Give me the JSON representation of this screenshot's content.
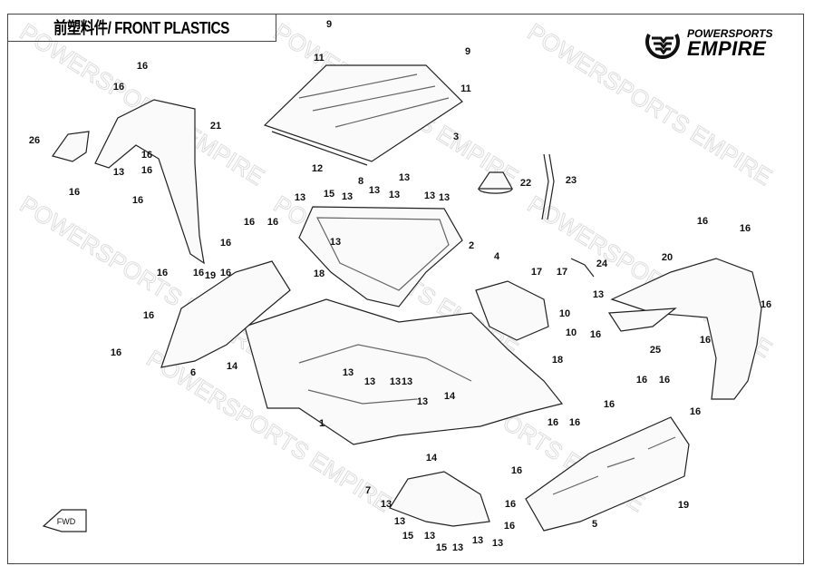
{
  "title": "前塑料件/ FRONT PLASTICS",
  "logo": {
    "line1": "POWERSPORTS",
    "line2": "EMPIRE"
  },
  "watermark": "POWERSPORTS EMPIRE",
  "fwd_label": "FWD",
  "callouts": [
    "9",
    "11",
    "9",
    "11",
    "3",
    "16",
    "16",
    "21",
    "26",
    "13",
    "16",
    "16",
    "16",
    "16",
    "12",
    "8",
    "15",
    "13",
    "13",
    "13",
    "13",
    "13",
    "13",
    "13",
    "22",
    "23",
    "2",
    "13",
    "16",
    "16",
    "16",
    "16",
    "16",
    "19",
    "16",
    "18",
    "4",
    "17",
    "17",
    "24",
    "20",
    "16",
    "16",
    "13",
    "16",
    "10",
    "10",
    "16",
    "16",
    "16",
    "25",
    "16",
    "6",
    "14",
    "18",
    "13",
    "13",
    "13",
    "13",
    "14",
    "13",
    "16",
    "16",
    "16",
    "16",
    "1",
    "16",
    "16",
    "14",
    "16",
    "7",
    "13",
    "19",
    "16",
    "13",
    "15",
    "13",
    "15",
    "13",
    "13",
    "13",
    "16",
    "5"
  ]
}
